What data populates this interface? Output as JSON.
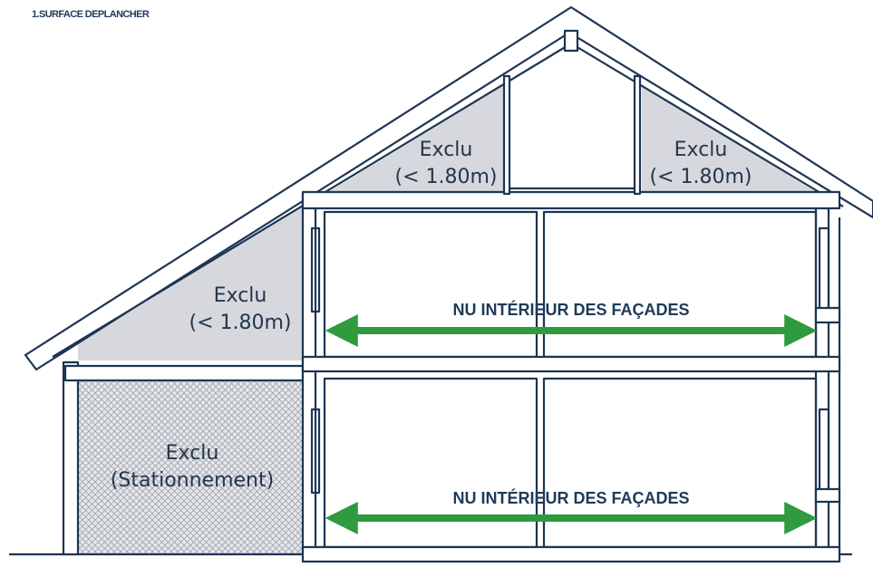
{
  "title": "1.SURFACE DEPLANCHER",
  "zones": {
    "attic_left": {
      "line1": "Exclu",
      "line2": "(< 1.80m)"
    },
    "attic_right": {
      "line1": "Exclu",
      "line2": "(< 1.80m)"
    },
    "roof_slope_left": {
      "line1": "Exclu",
      "line2": "(< 1.80m)"
    },
    "parking": {
      "line1": "Exclu",
      "line2": "(Stationnement)"
    }
  },
  "arrows": {
    "upper": "NU INTÉRIEUR DES FAÇADES",
    "lower": "NU INTÉRIEUR DES FAÇADES"
  },
  "colors": {
    "outline": "#1e3553",
    "excluded_fill": "#d6d8de",
    "arrow": "#2f9a3e"
  }
}
